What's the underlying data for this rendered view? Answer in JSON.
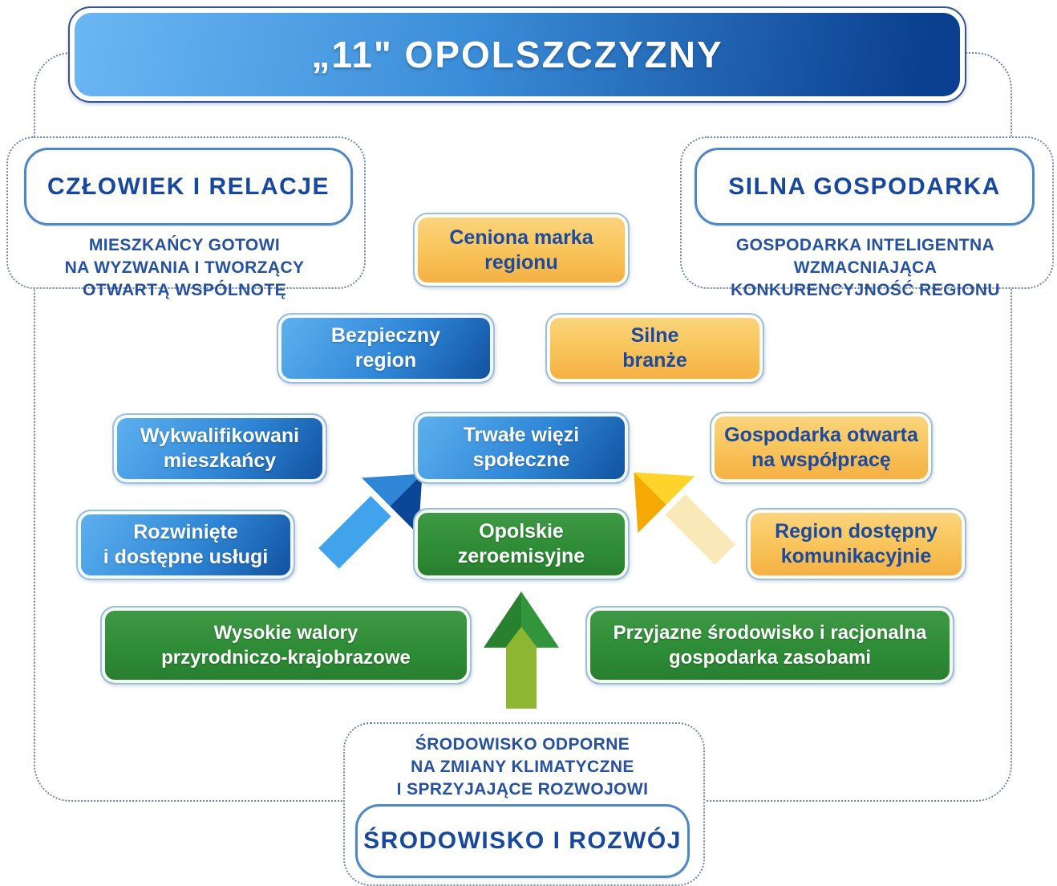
{
  "banner": {
    "title": "„11\" OPOLSZCZYZNY"
  },
  "pillars": {
    "left": {
      "title": "CZŁOWIEK I RELACJE",
      "lines": [
        "MIESZKAŃCY GOTOWI",
        "NA WYZWANIA I TWORZĄCY",
        "OTWARTĄ WSPÓLNOTĘ"
      ]
    },
    "right": {
      "title": "SILNA GOSPODARKA",
      "lines": [
        "GOSPODARKA INTELIGENTNA",
        "WZMACNIAJĄCA",
        "KONKURENCYJNOŚĆ REGIONU"
      ]
    },
    "bottom": {
      "title": "ŚRODOWISKO I ROZWÓJ",
      "lines": [
        "ŚRODOWISKO ODPORNE",
        "NA ZMIANY KLIMATYCZNE",
        "I SPRZYJAJĄCE ROZWOJOWI"
      ]
    }
  },
  "goals": {
    "ceniona_marka": {
      "lines": [
        "Ceniona marka",
        "regionu"
      ],
      "color": "yellow"
    },
    "bezpieczny_region": {
      "lines": [
        "Bezpieczny",
        "region"
      ],
      "color": "blue"
    },
    "silne_branze": {
      "lines": [
        "Silne",
        "branże"
      ],
      "color": "yellow"
    },
    "wykwalifikowani_mieszkancy": {
      "lines": [
        "Wykwalifikowani",
        "mieszkańcy"
      ],
      "color": "blue"
    },
    "trwale_wiezi": {
      "lines": [
        "Trwałe więzi",
        "społeczne"
      ],
      "color": "blue"
    },
    "gospodarka_otwarta": {
      "lines": [
        "Gospodarka otwarta",
        "na współpracę"
      ],
      "color": "yellow"
    },
    "rozwiniete_uslugi": {
      "lines": [
        "Rozwinięte",
        "i dostępne usługi"
      ],
      "color": "blue"
    },
    "opolskie_zeroemisyjne": {
      "lines": [
        "Opolskie",
        "zeroemisyjne"
      ],
      "color": "green"
    },
    "region_dostepny": {
      "lines": [
        "Region dostępny",
        "komunikacyjnie"
      ],
      "color": "yellow"
    },
    "wysokie_walory": {
      "lines": [
        "Wysokie walory",
        "przyrodniczo-krajobrazowe"
      ],
      "color": "green"
    },
    "przyjazne_srodowisko": {
      "lines": [
        "Przyjazne środowisko i racjonalna",
        "gospodarka zasobami"
      ],
      "color": "green"
    }
  },
  "icons": {
    "blue_arrow": "arrow-up-right",
    "yellow_arrow": "arrow-up-left",
    "green_arrow": "arrow-up"
  },
  "colors": {
    "banner_blue_light": "#6ab7f3",
    "banner_blue_dark": "#0a3e8e",
    "box_blue": "#2f86d6",
    "box_yellow": "#f9c75e",
    "box_green": "#2e8b35",
    "navy_text": "#17479e",
    "dotted_border": "#6e84b4"
  }
}
